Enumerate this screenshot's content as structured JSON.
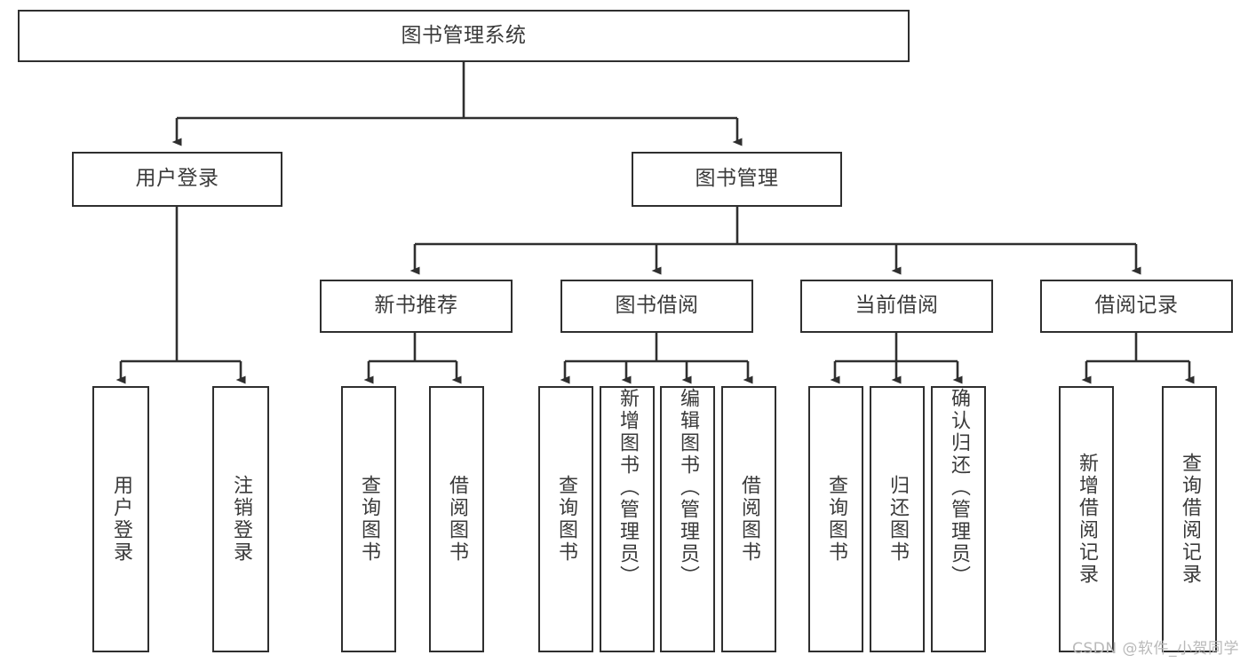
{
  "diagram": {
    "type": "tree",
    "title": "图书管理系统",
    "orientation": "top-down",
    "colors": {
      "box_border": "#2f2f2f",
      "box_fill": "#ffffff",
      "text": "#3a3a3a",
      "edge": "#2f2f2f",
      "watermark": "#b9b9b9",
      "background": "#ffffff"
    },
    "levels": {
      "root": "图书管理系统",
      "level2": [
        "用户登录",
        "图书管理"
      ],
      "level3": [
        "新书推荐",
        "图书借阅",
        "当前借阅",
        "借阅记录"
      ]
    },
    "nodes": {
      "root": {
        "label": "图书管理系统"
      },
      "user_login": {
        "label": "用户登录"
      },
      "book_manage": {
        "label": "图书管理"
      },
      "new_book_rec": {
        "label": "新书推荐"
      },
      "book_borrow": {
        "label": "图书借阅"
      },
      "current_borrow": {
        "label": "当前借阅"
      },
      "borrow_record": {
        "label": "借阅记录"
      },
      "leaf_user_login": {
        "label": "用户登录"
      },
      "leaf_logout": {
        "label": "注销登录"
      },
      "leaf_query_book_1": {
        "label": "查询图书"
      },
      "leaf_borrow_book_1": {
        "label": "借阅图书"
      },
      "leaf_query_book_2": {
        "label": "查询图书"
      },
      "leaf_add_book": {
        "label": "新增图书（管理员）"
      },
      "leaf_edit_book": {
        "label": "编辑图书（管理员）"
      },
      "leaf_borrow_book_2": {
        "label": "借阅图书"
      },
      "leaf_query_book_3": {
        "label": "查询图书"
      },
      "leaf_return_book": {
        "label": "归还图书"
      },
      "leaf_confirm_return": {
        "label": "确认归还（管理员）"
      },
      "leaf_add_record": {
        "label": "新增借阅记录"
      },
      "leaf_query_record": {
        "label": "查询借阅记录"
      }
    },
    "edges": [
      {
        "from": "图书管理系统",
        "to": "用户登录"
      },
      {
        "from": "图书管理系统",
        "to": "图书管理"
      },
      {
        "from": "用户登录",
        "to": "用户登录"
      },
      {
        "from": "用户登录",
        "to": "注销登录"
      },
      {
        "from": "图书管理",
        "to": "新书推荐"
      },
      {
        "from": "图书管理",
        "to": "图书借阅"
      },
      {
        "from": "图书管理",
        "to": "当前借阅"
      },
      {
        "from": "图书管理",
        "to": "借阅记录"
      },
      {
        "from": "新书推荐",
        "to": "查询图书"
      },
      {
        "from": "新书推荐",
        "to": "借阅图书"
      },
      {
        "from": "图书借阅",
        "to": "查询图书"
      },
      {
        "from": "图书借阅",
        "to": "新增图书（管理员）"
      },
      {
        "from": "图书借阅",
        "to": "编辑图书（管理员）"
      },
      {
        "from": "图书借阅",
        "to": "借阅图书"
      },
      {
        "from": "当前借阅",
        "to": "查询图书"
      },
      {
        "from": "当前借阅",
        "to": "归还图书"
      },
      {
        "from": "当前借阅",
        "to": "确认归还（管理员）"
      },
      {
        "from": "借阅记录",
        "to": "新增借阅记录"
      },
      {
        "from": "借阅记录",
        "to": "查询借阅记录"
      }
    ]
  },
  "watermark": {
    "text": "CSDN @软件_小贺同学"
  }
}
